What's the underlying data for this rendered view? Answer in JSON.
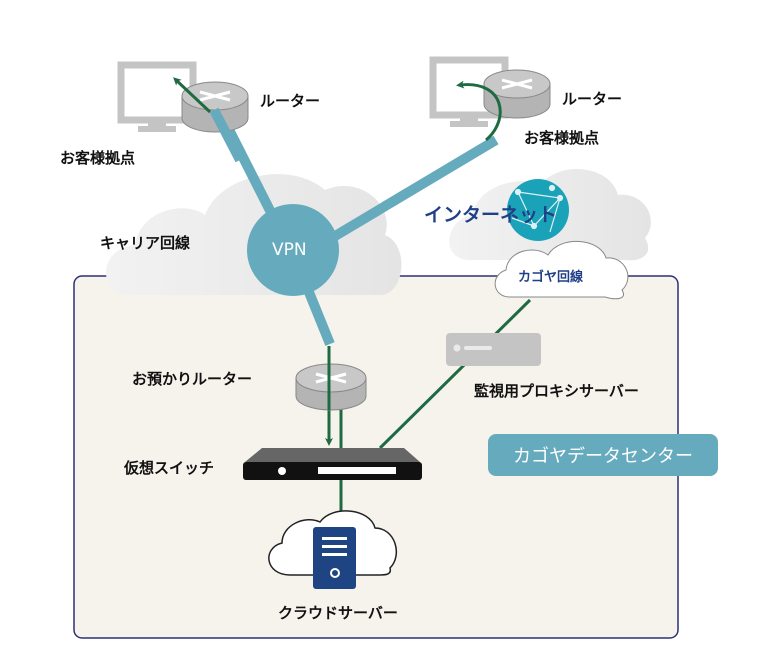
{
  "diagram": {
    "title": "Kagoya network connection diagram",
    "colors": {
      "vpn_line": "#66abbd",
      "green_line": "#1e6b41",
      "datacenter_bg": "#f6f2ec",
      "datacenter_border": "#2b2f7a",
      "cloud_gray": "#ececec",
      "internet_text": "#1f3f86",
      "globe": "#1aa3b8",
      "server_blue": "#1e4483",
      "device_gray": "#c4c4c4"
    },
    "nodes": {
      "router_left": "ルーター",
      "site_left": "お客様拠点",
      "router_right": "ルーター",
      "site_right": "お客様拠点",
      "carrier": "キャリア回線",
      "vpn": "VPN",
      "internet": "インターネット",
      "kagoya_line": "カゴヤ回線",
      "hosted_router": "お預かりルーター",
      "proxy_server": "監視用プロキシサーバー",
      "virtual_switch": "仮想スイッチ",
      "cloud_server": "クラウドサーバー",
      "datacenter": "カゴヤデータセンター"
    }
  }
}
